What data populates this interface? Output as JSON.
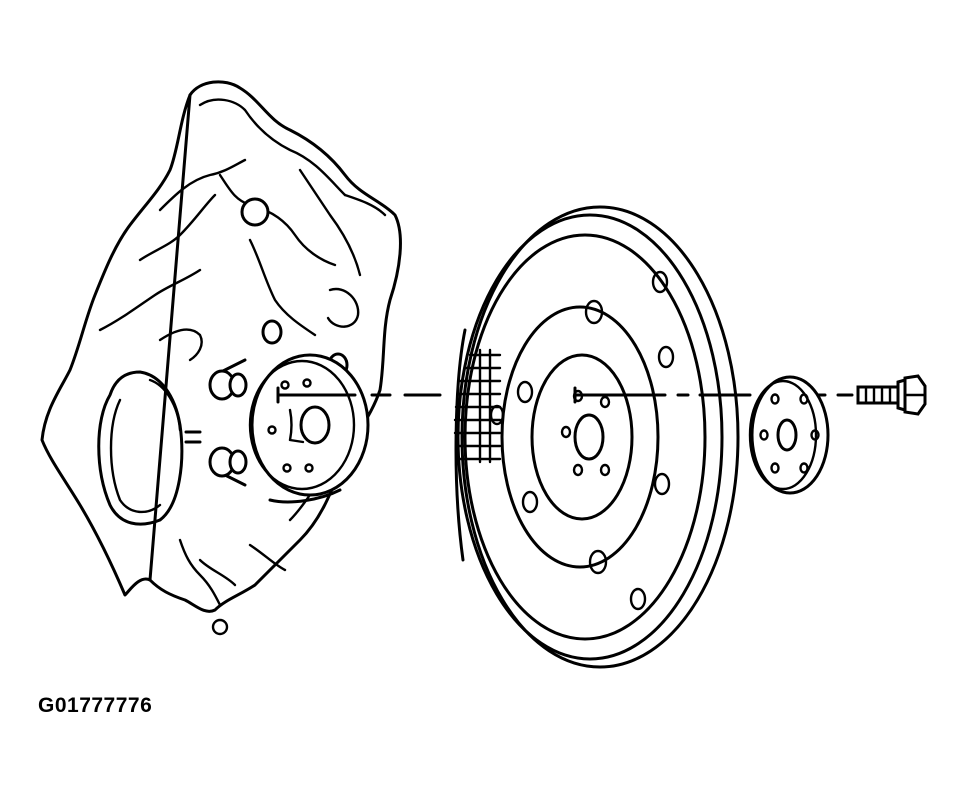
{
  "figure": {
    "reference_code": "G01777776",
    "parts": [
      "engine-block",
      "crankshaft-flange",
      "flywheel",
      "flywheel-plate",
      "flywheel-bolt"
    ]
  }
}
